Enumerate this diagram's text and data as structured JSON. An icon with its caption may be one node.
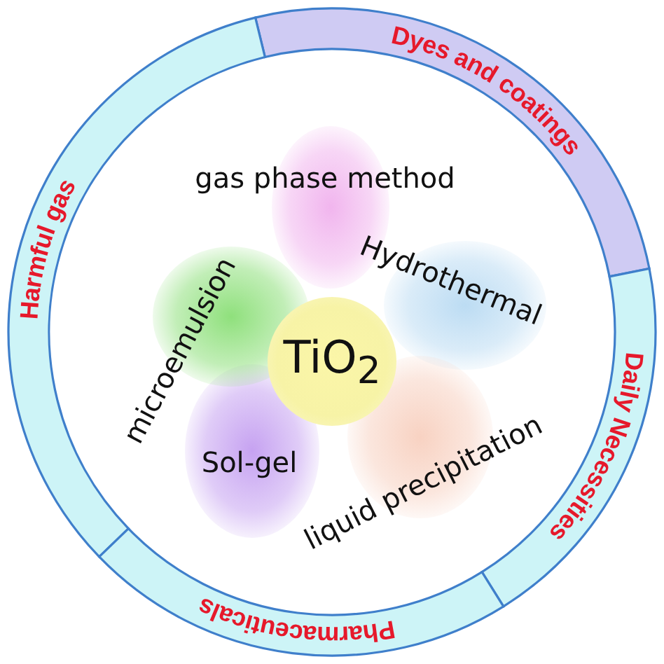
{
  "diagram": {
    "nodes": [
      {
        "text": [
          "Dyes and coatings"
        ]
      },
      {
        "text": [
          "Harmful gas"
        ]
      },
      {
        "text": [
          "Daily Necessities"
        ]
      },
      {
        "text": [
          "Pharmaceuticals"
        ]
      },
      {
        "text": [
          "gas phase method"
        ]
      },
      {
        "text": [
          "microemulsion"
        ]
      },
      {
        "text": [
          "Hydrothermal"
        ]
      },
      {
        "text": [
          "TiO$_{2}$"
        ]
      },
      {
        "text": [
          "Sol-gel"
        ]
      },
      {
        "text": [
          "liquid precipitation"
        ]
      }
    ]
  }
}
